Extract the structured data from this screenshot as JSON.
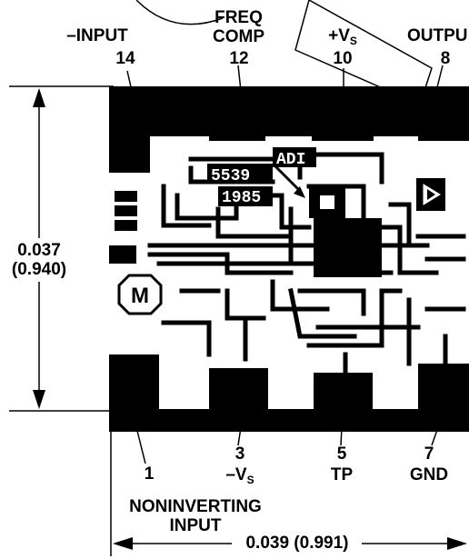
{
  "pins": {
    "p14": {
      "name": "–INPUT",
      "num": "14"
    },
    "p12": {
      "name_line1": "FREQ",
      "name_line2": "COMP",
      "num": "12"
    },
    "p10": {
      "name_prefix": "+V",
      "name_sub": "S",
      "num": "10"
    },
    "p8": {
      "name": "OUTPU",
      "num": "8"
    },
    "p1": {
      "num": "1",
      "name_line1": "NONINVERTING",
      "name_line2": "INPUT"
    },
    "p3": {
      "num": "3",
      "name_prefix": "–V",
      "name_sub": "S"
    },
    "p5": {
      "num": "5",
      "name": "TP"
    },
    "p7": {
      "num": "7",
      "name": "GND"
    }
  },
  "dimensions": {
    "height_inch": "0.037",
    "height_mm": "(0.940)",
    "width": "0.039 (0.991)"
  },
  "chip_markings": {
    "part": "5539",
    "year": "1985",
    "maker": "ADI",
    "logo": "M"
  },
  "colors": {
    "ink": "#000000",
    "paper": "#ffffff"
  }
}
